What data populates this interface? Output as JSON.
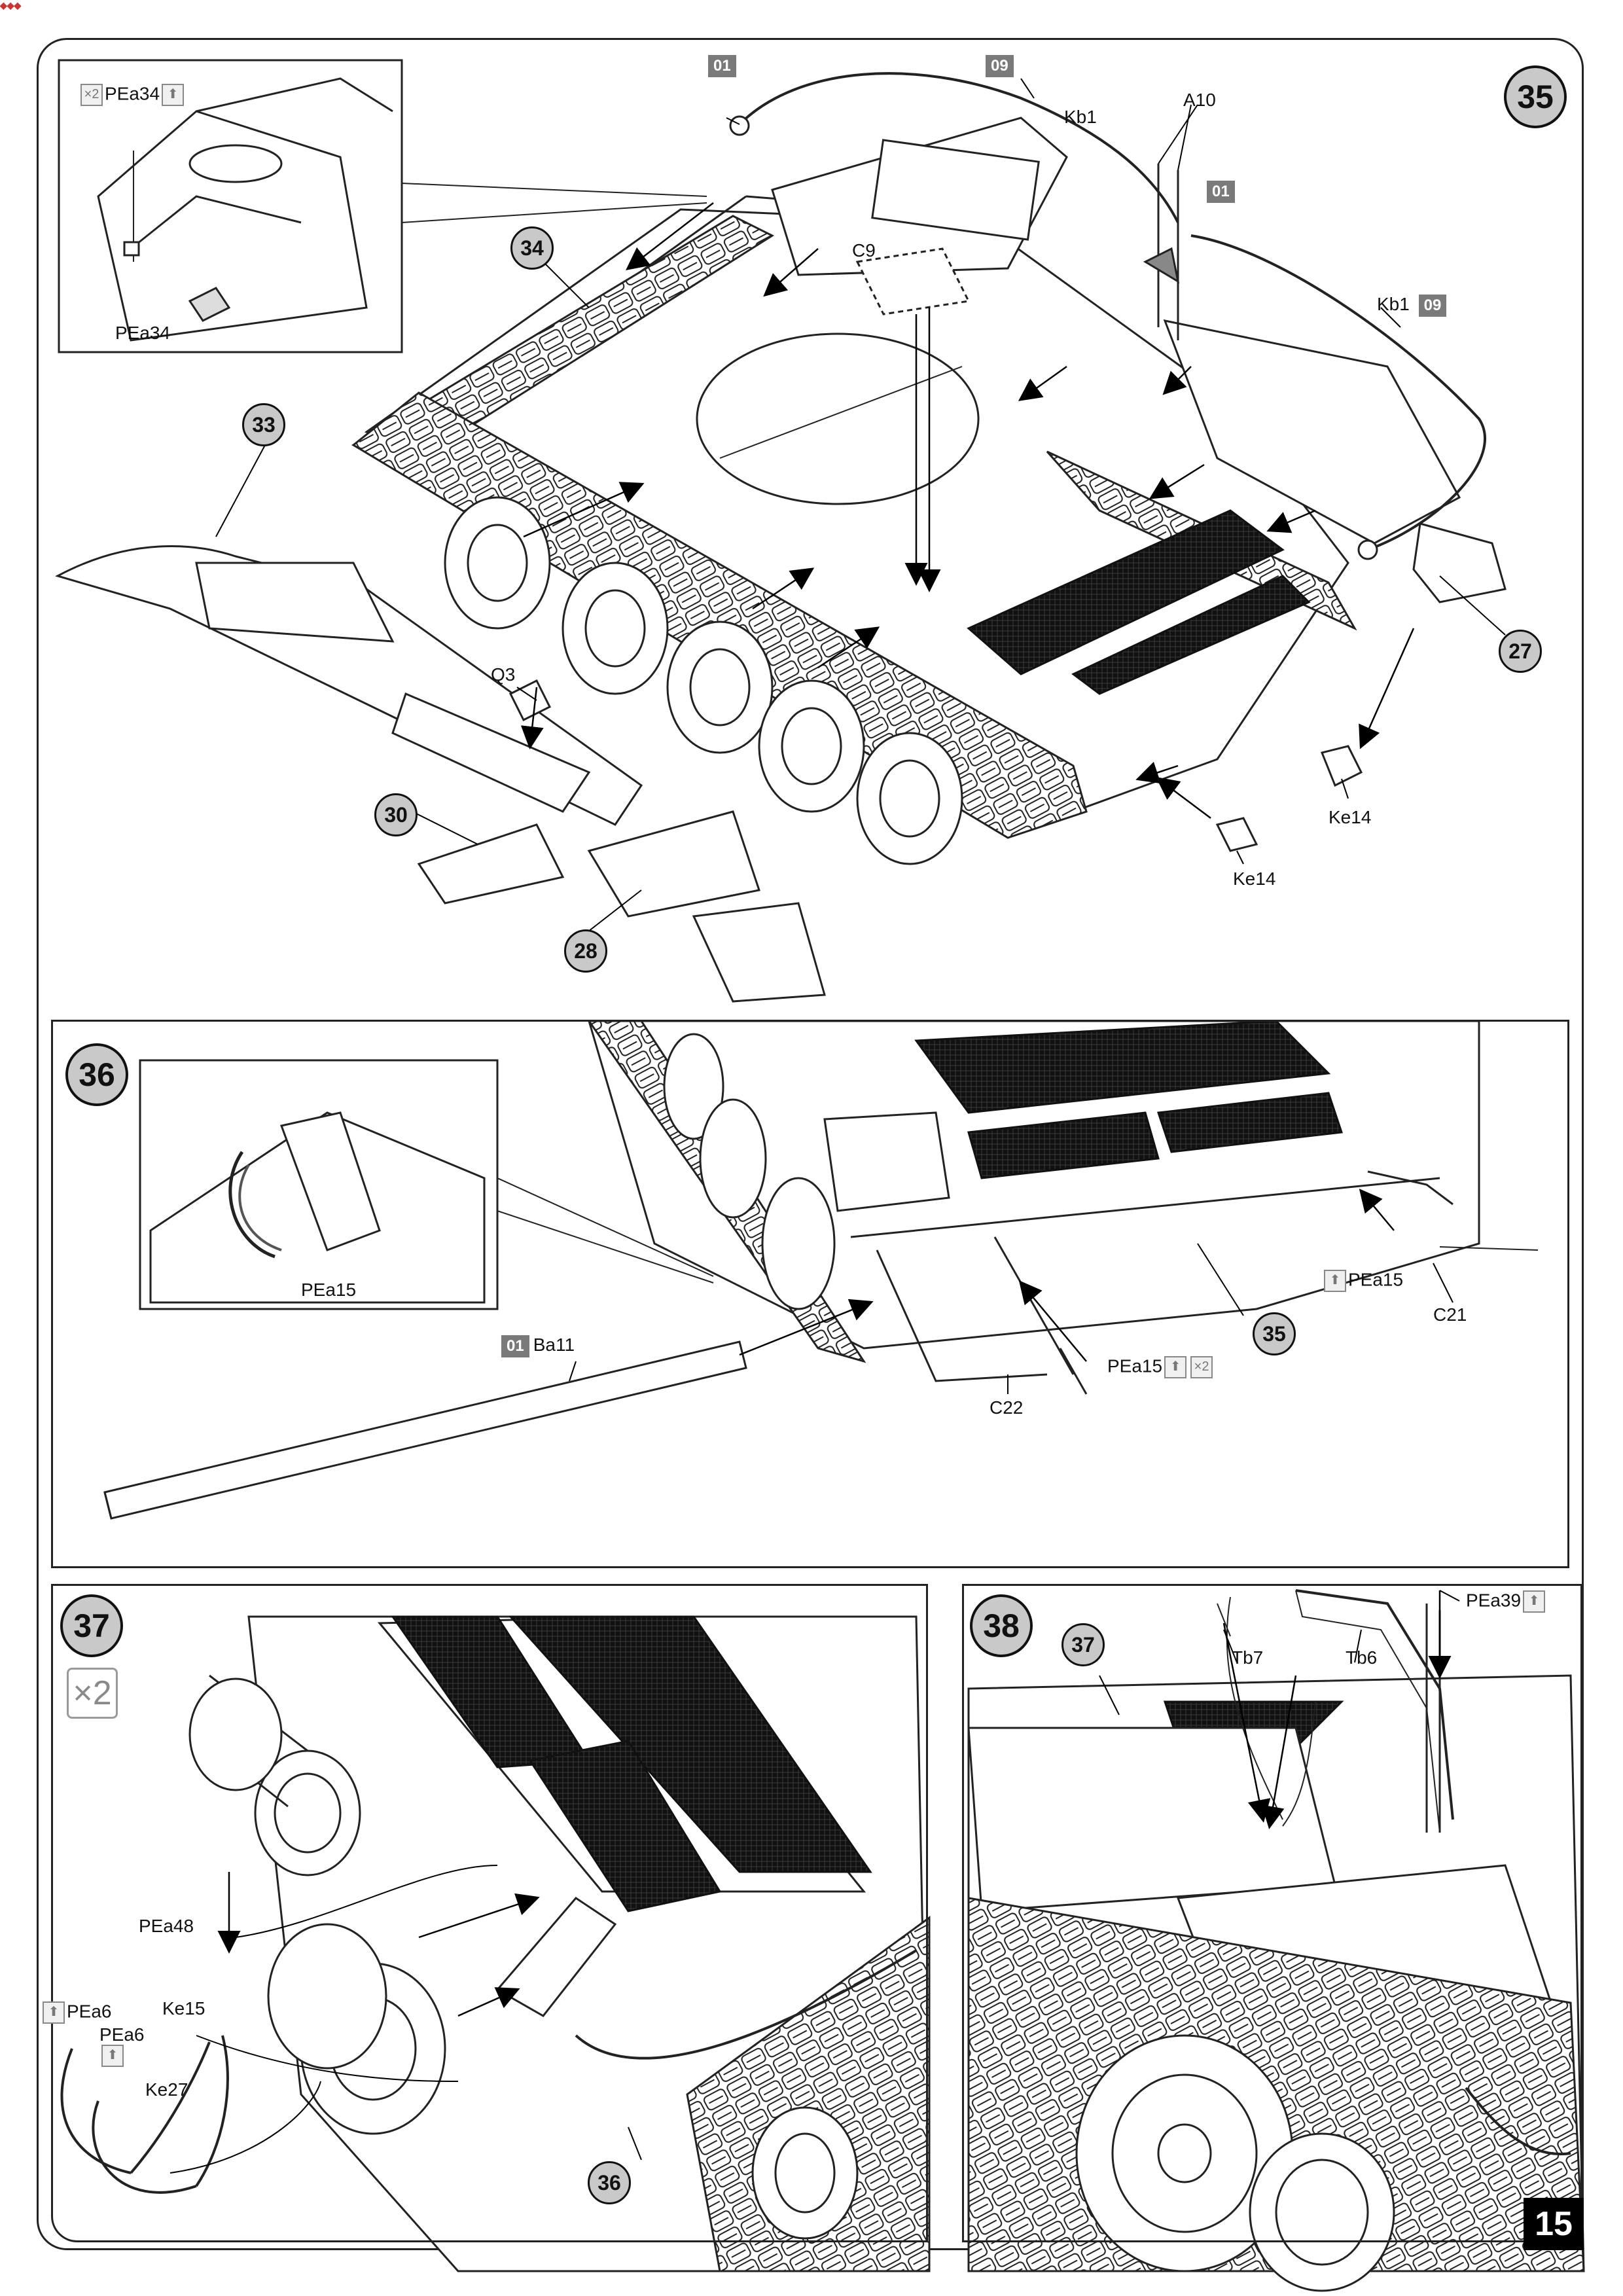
{
  "page": {
    "number": "15"
  },
  "step35": {
    "step": "35",
    "refs": [
      "34",
      "33",
      "30",
      "28",
      "27"
    ],
    "labels": {
      "pea34_top": "PEa34",
      "pea34_bottom": "PEa34",
      "c9": "C9",
      "a10": "A10",
      "kb1_top": "Kb1",
      "kb1_right": "Kb1",
      "q3": "Q3",
      "ke14_right": "Ke14",
      "ke14_bottom": "Ke14"
    },
    "sprues": {
      "s01_left": "01",
      "s09_top": "09",
      "s01_right": "01",
      "s09_right": "09"
    },
    "count_badge": "2"
  },
  "step36": {
    "step": "36",
    "refs": [
      "35"
    ],
    "labels": {
      "pea15_inset": "PEa15",
      "pea15_right": "PEa15",
      "c21": "C21",
      "pea15_bottom": "PEa15",
      "c22": "C22",
      "ba11": "Ba11"
    },
    "sprues": {
      "s01": "01"
    },
    "count_badge": "2"
  },
  "step37": {
    "step": "37",
    "multiplier": "2",
    "refs": [
      "36"
    ],
    "labels": {
      "pea48": "PEa48",
      "pea6_a": "PEa6",
      "pea6_b": "PEa6",
      "ke15": "Ke15",
      "ke27": "Ke27"
    }
  },
  "step38": {
    "step": "38",
    "refs": [
      "37"
    ],
    "labels": {
      "tb7": "Tb7",
      "tb6": "Tb6",
      "pea39": "PEa39"
    }
  }
}
